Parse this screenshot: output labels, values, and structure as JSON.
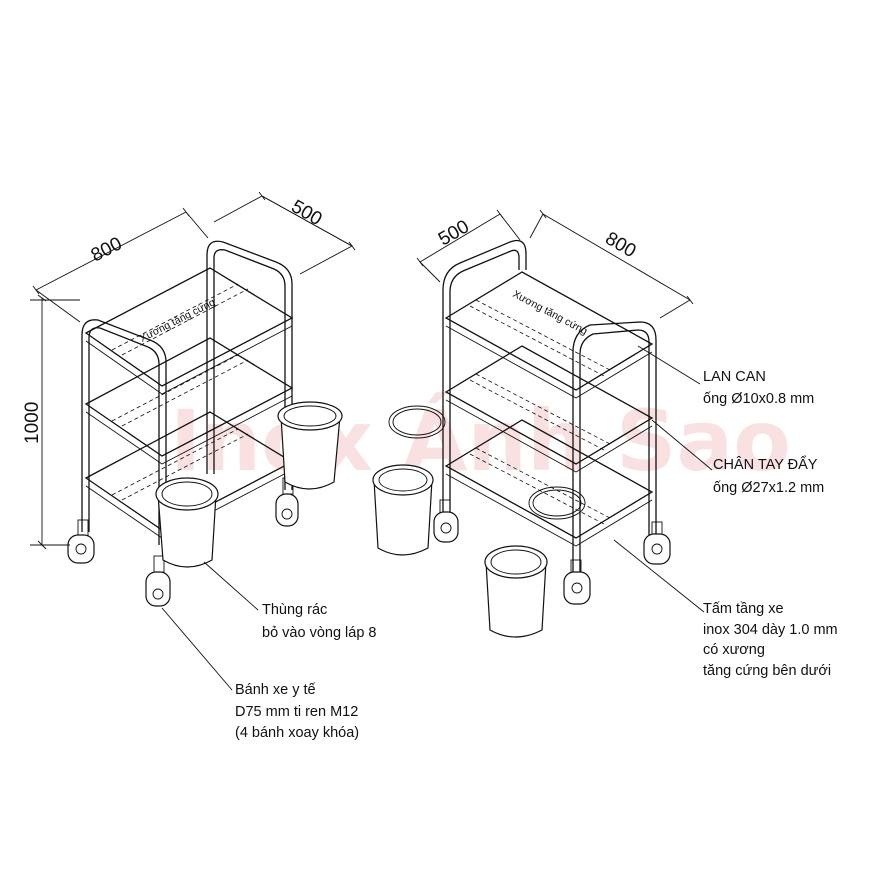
{
  "dimensions": {
    "left_width": "800",
    "left_depth": "500",
    "left_height": "1000",
    "right_depth": "500",
    "right_width": "800"
  },
  "annotations": {
    "stiffener_left": "Xương tăng cứng",
    "stiffener_right": "Xương tăng cứng"
  },
  "watermark": "Inox Ánh Sao",
  "callouts": {
    "rail": {
      "line1": "LAN CAN",
      "line2": "ống Ø10x0.8 mm"
    },
    "handle": {
      "line1": "CHÂN TAY ĐẨY",
      "line2": "ống Ø27x1.2 mm"
    },
    "shelf": {
      "line1": "Tấm tầng xe",
      "line2": "inox 304 dày 1.0 mm",
      "line3": "có xương",
      "line4": "tăng cứng bên dưới"
    },
    "bin": {
      "line1": "Thùng rác",
      "line2": "bỏ vào vòng láp 8"
    },
    "wheel": {
      "line1": "Bánh xe y tế",
      "line2": "D75 mm ti ren M12",
      "line3": "(4 bánh xoay khóa)"
    }
  },
  "colors": {
    "line": "#111111",
    "watermark": "#dc4646"
  }
}
